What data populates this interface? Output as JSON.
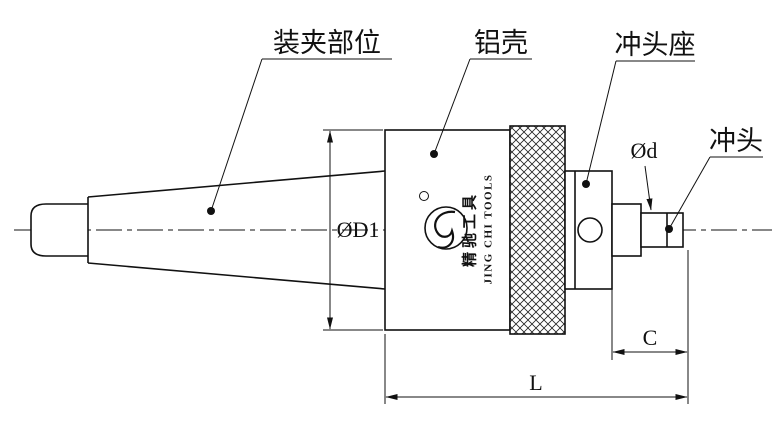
{
  "drawing": {
    "callouts": {
      "clamping_area": "装夹部位",
      "aluminum_shell": "铝壳",
      "punch_seat": "冲头座",
      "punch": "冲头"
    },
    "dimensions": {
      "body_diameter": "ØD1",
      "punch_diameter": "Ød",
      "punch_length": "C",
      "total_length": "L"
    },
    "branding": {
      "chinese": "精驰工具",
      "english": "JING CHI TOOLS"
    },
    "colors": {
      "ink": "#111111",
      "paper": "#ffffff"
    }
  }
}
